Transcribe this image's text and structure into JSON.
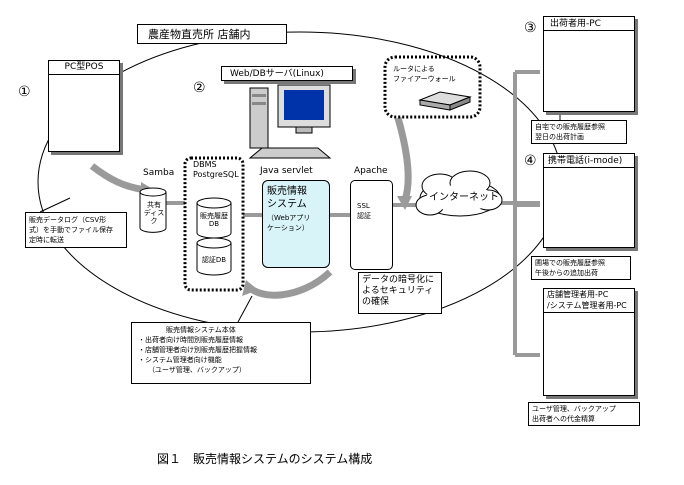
{
  "store_title": "農産物直売所 店舗内",
  "pos": {
    "number": "①",
    "title": "PC型POS",
    "note": [
      "販売データログ（CSV形",
      "式）を手動でファイル保存",
      "定時に転送"
    ]
  },
  "server": {
    "number": "②",
    "title": "Web/DBサーバ(Linux)"
  },
  "components": {
    "samba": "Samba",
    "shared_disk": [
      "共有",
      "ディスク"
    ],
    "dbms": [
      "DBMS",
      "PostgreSQL"
    ],
    "db1": [
      "販売履歴",
      "DB"
    ],
    "db2": "認証DB",
    "java": "Java servlet",
    "app": [
      "販売情報",
      "システム",
      "（Webアプリ",
      "ケーション）"
    ],
    "apache": "Apache",
    "ssl": [
      "SSL",
      "認証"
    ]
  },
  "router": [
    "ルータによる",
    "ファイアーウォール"
  ],
  "internet": "インターネット",
  "security_note": [
    "データの暗号化に",
    "よるセキュリティ",
    "の確保"
  ],
  "system_desc": {
    "title": "販売情報システム本体",
    "items": [
      "・出荷者向け時間別販売履歴情報",
      "・店舗管理者向け別販売履歴把握情報",
      "・システム管理者向け機能",
      "（ユーザ管理、バックアップ）"
    ]
  },
  "panels": [
    {
      "number": "③",
      "title": "出荷者用-PC",
      "note": [
        "自宅での販売履歴参照",
        "翌日の出荷計画"
      ]
    },
    {
      "number": "④",
      "title": "携帯電話(i-mode)",
      "note": [
        "圃場での販売履歴参照",
        "午後からの追加出荷"
      ]
    },
    {
      "number": "",
      "title": "店舗管理者用-PC\n/システム管理者用-PC",
      "note": [
        "ユーザ管理、バックアップ",
        "出荷者への代金精算"
      ]
    }
  ],
  "caption": "図１　販売情報システムのシステム構成"
}
